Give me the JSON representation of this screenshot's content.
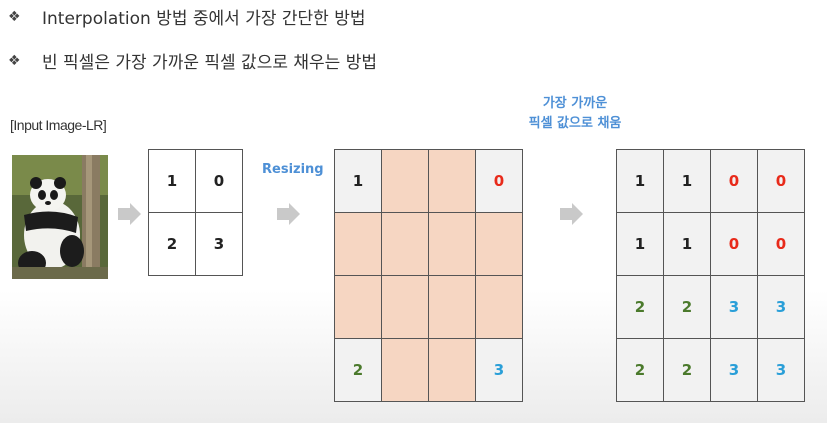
{
  "bullets": [
    {
      "symbol": "❖",
      "text": "Interpolation 방법 중에서 가장 간단한 방법"
    },
    {
      "symbol": "❖",
      "text": "빈 픽셀은 가장 가까운 픽셀 값으로 채우는 방법"
    }
  ],
  "input_caption": "[Input Image-LR]",
  "resizing_label": "Resizing",
  "nearest_note": {
    "line1": "가장 가까운",
    "line2": "픽셀 값으로 채움"
  },
  "grid_input": [
    [
      "1",
      "0"
    ],
    [
      "2",
      "3"
    ]
  ],
  "grid_resized": [
    [
      "1",
      "",
      "",
      "0"
    ],
    [
      "",
      "",
      "",
      ""
    ],
    [
      "",
      "",
      "",
      ""
    ],
    [
      "2",
      "",
      "",
      "3"
    ]
  ],
  "grid_output": [
    [
      "1",
      "1",
      "0",
      "0"
    ],
    [
      "1",
      "1",
      "0",
      "0"
    ],
    [
      "2",
      "2",
      "3",
      "3"
    ],
    [
      "2",
      "2",
      "3",
      "3"
    ]
  ],
  "colors": {
    "value_1": "#222222",
    "value_0": "#e82a1a",
    "value_2": "#4b7a2c",
    "value_3": "#2a9fd8",
    "empty_cell": "#f6d6c2",
    "note": "#4e90d6"
  }
}
